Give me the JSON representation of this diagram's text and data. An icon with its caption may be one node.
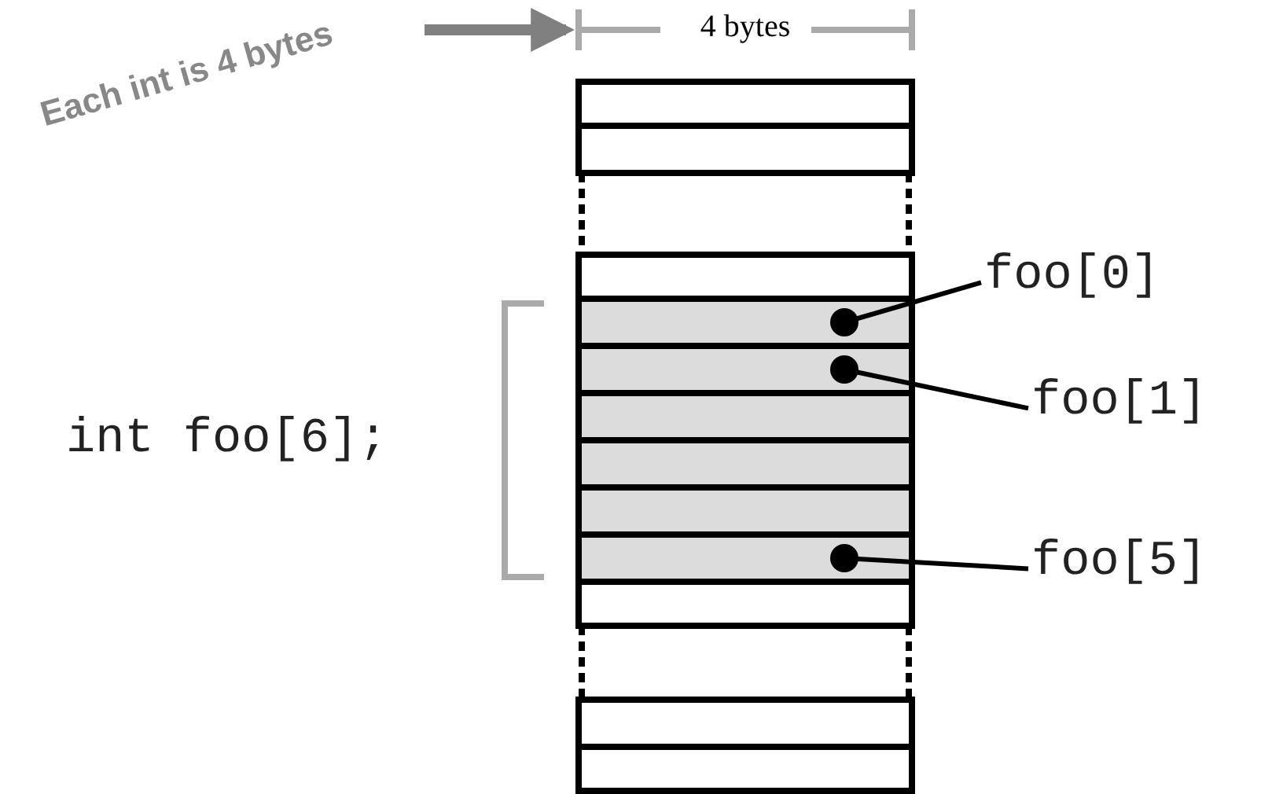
{
  "diagram": {
    "nodes": [
      {
        "text": [
          "Each int is 4 bytes"
        ]
      },
      {
        "text": [
          "4 bytes"
        ]
      },
      {
        "text": [],
        "shape": "box"
      },
      {
        "text": [],
        "shape": "box"
      },
      {
        "text": [],
        "shape": "box"
      },
      {
        "text": [],
        "shape": "box"
      },
      {
        "text": [],
        "shape": "box"
      },
      {
        "text": [],
        "shape": "box"
      },
      {
        "text": [],
        "shape": "box"
      },
      {
        "text": [],
        "shape": "box"
      },
      {
        "text": [],
        "shape": "box"
      },
      {
        "text": [],
        "shape": "box"
      },
      {
        "text": [],
        "shape": "box"
      },
      {
        "text": [],
        "shape": "box"
      },
      {
        "text": [
          "foo[0]"
        ]
      },
      {
        "text": [
          "foo[1]"
        ]
      },
      {
        "text": [
          "foo[5]"
        ]
      }
    ],
    "edges": [
      {
        "from": 0,
        "to": 1,
        "arrow": "to",
        "style": "thick",
        "color": "#808080"
      },
      {
        "from": 14,
        "to": 5,
        "arrow": "other"
      },
      {
        "from": 15,
        "to": 6,
        "arrow": "other"
      },
      {
        "from": 16,
        "to": 10,
        "arrow": "other"
      }
    ],
    "labels": [
      "int foo[6];"
    ]
  }
}
